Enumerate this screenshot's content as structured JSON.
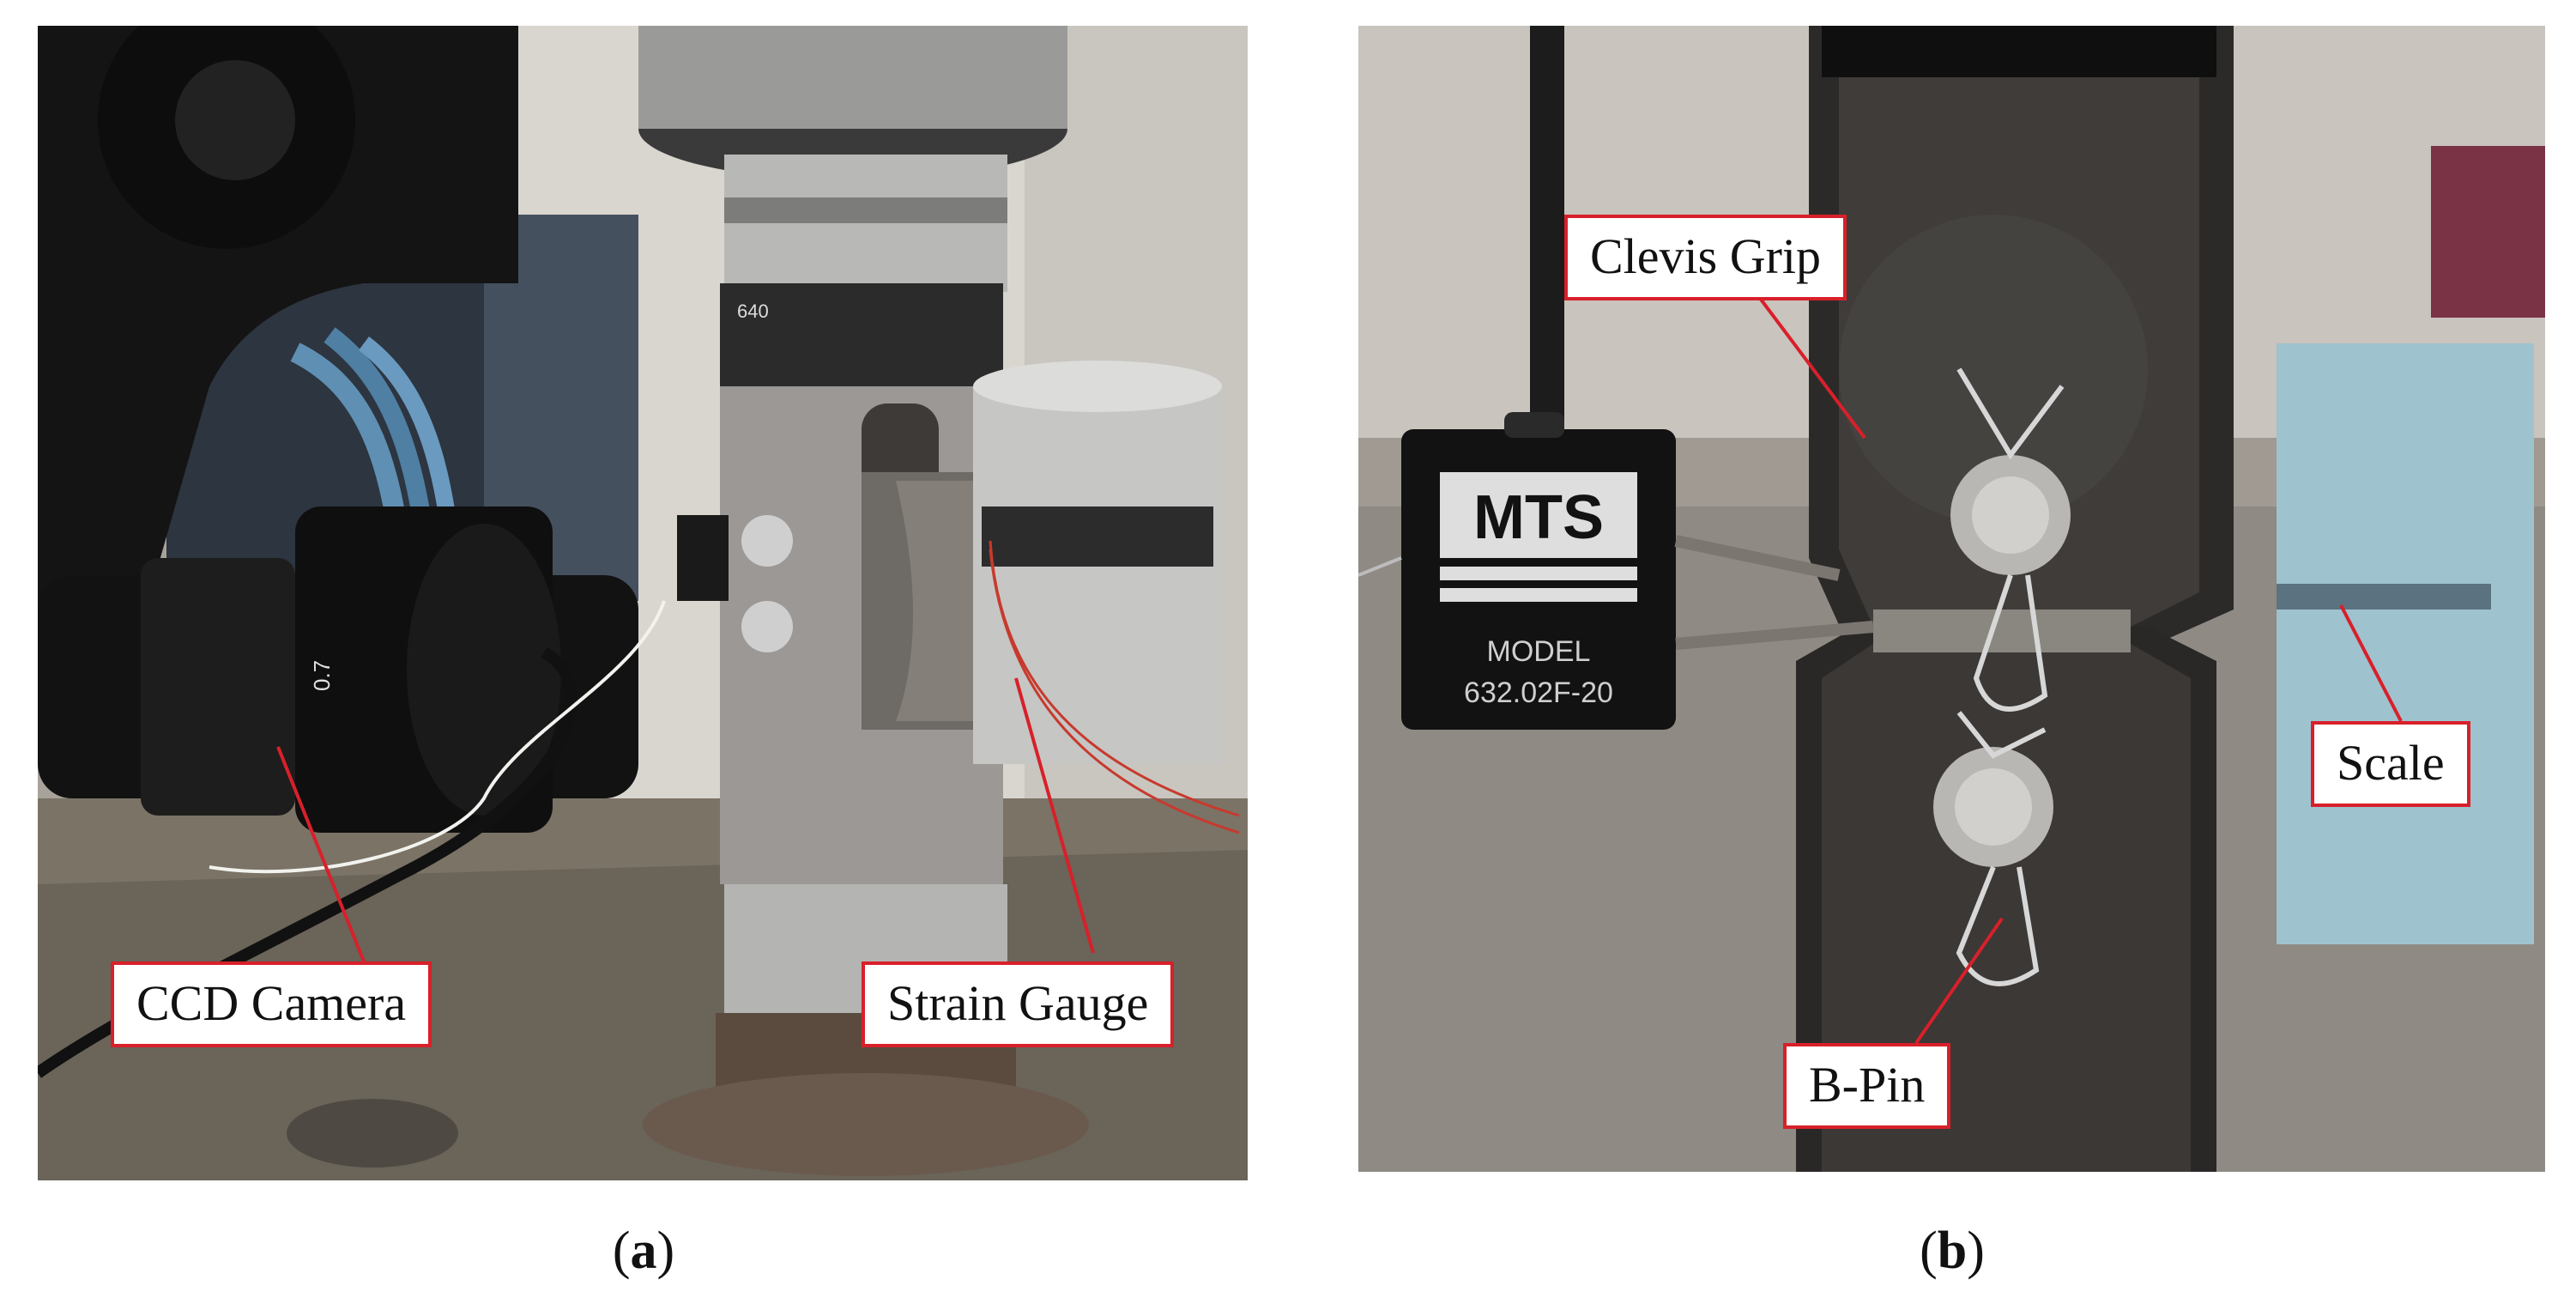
{
  "figure": {
    "panel_a": {
      "caption_letter": "a",
      "labels": {
        "ccd_camera": "CCD Camera",
        "strain_gauge": "Strain Gauge"
      },
      "grip_plate_text": "640",
      "lens_marking": "0.7"
    },
    "panel_b": {
      "caption_letter": "b",
      "labels": {
        "clevis_grip": "Clevis Grip",
        "scale": "Scale",
        "b_pin": "B-Pin"
      },
      "extensometer": {
        "brand": "MTS",
        "model_line": "MODEL",
        "model_number": "632.02F-20"
      }
    },
    "colors": {
      "label_border": "#d8202a",
      "leader_line": "#d8202a"
    }
  }
}
